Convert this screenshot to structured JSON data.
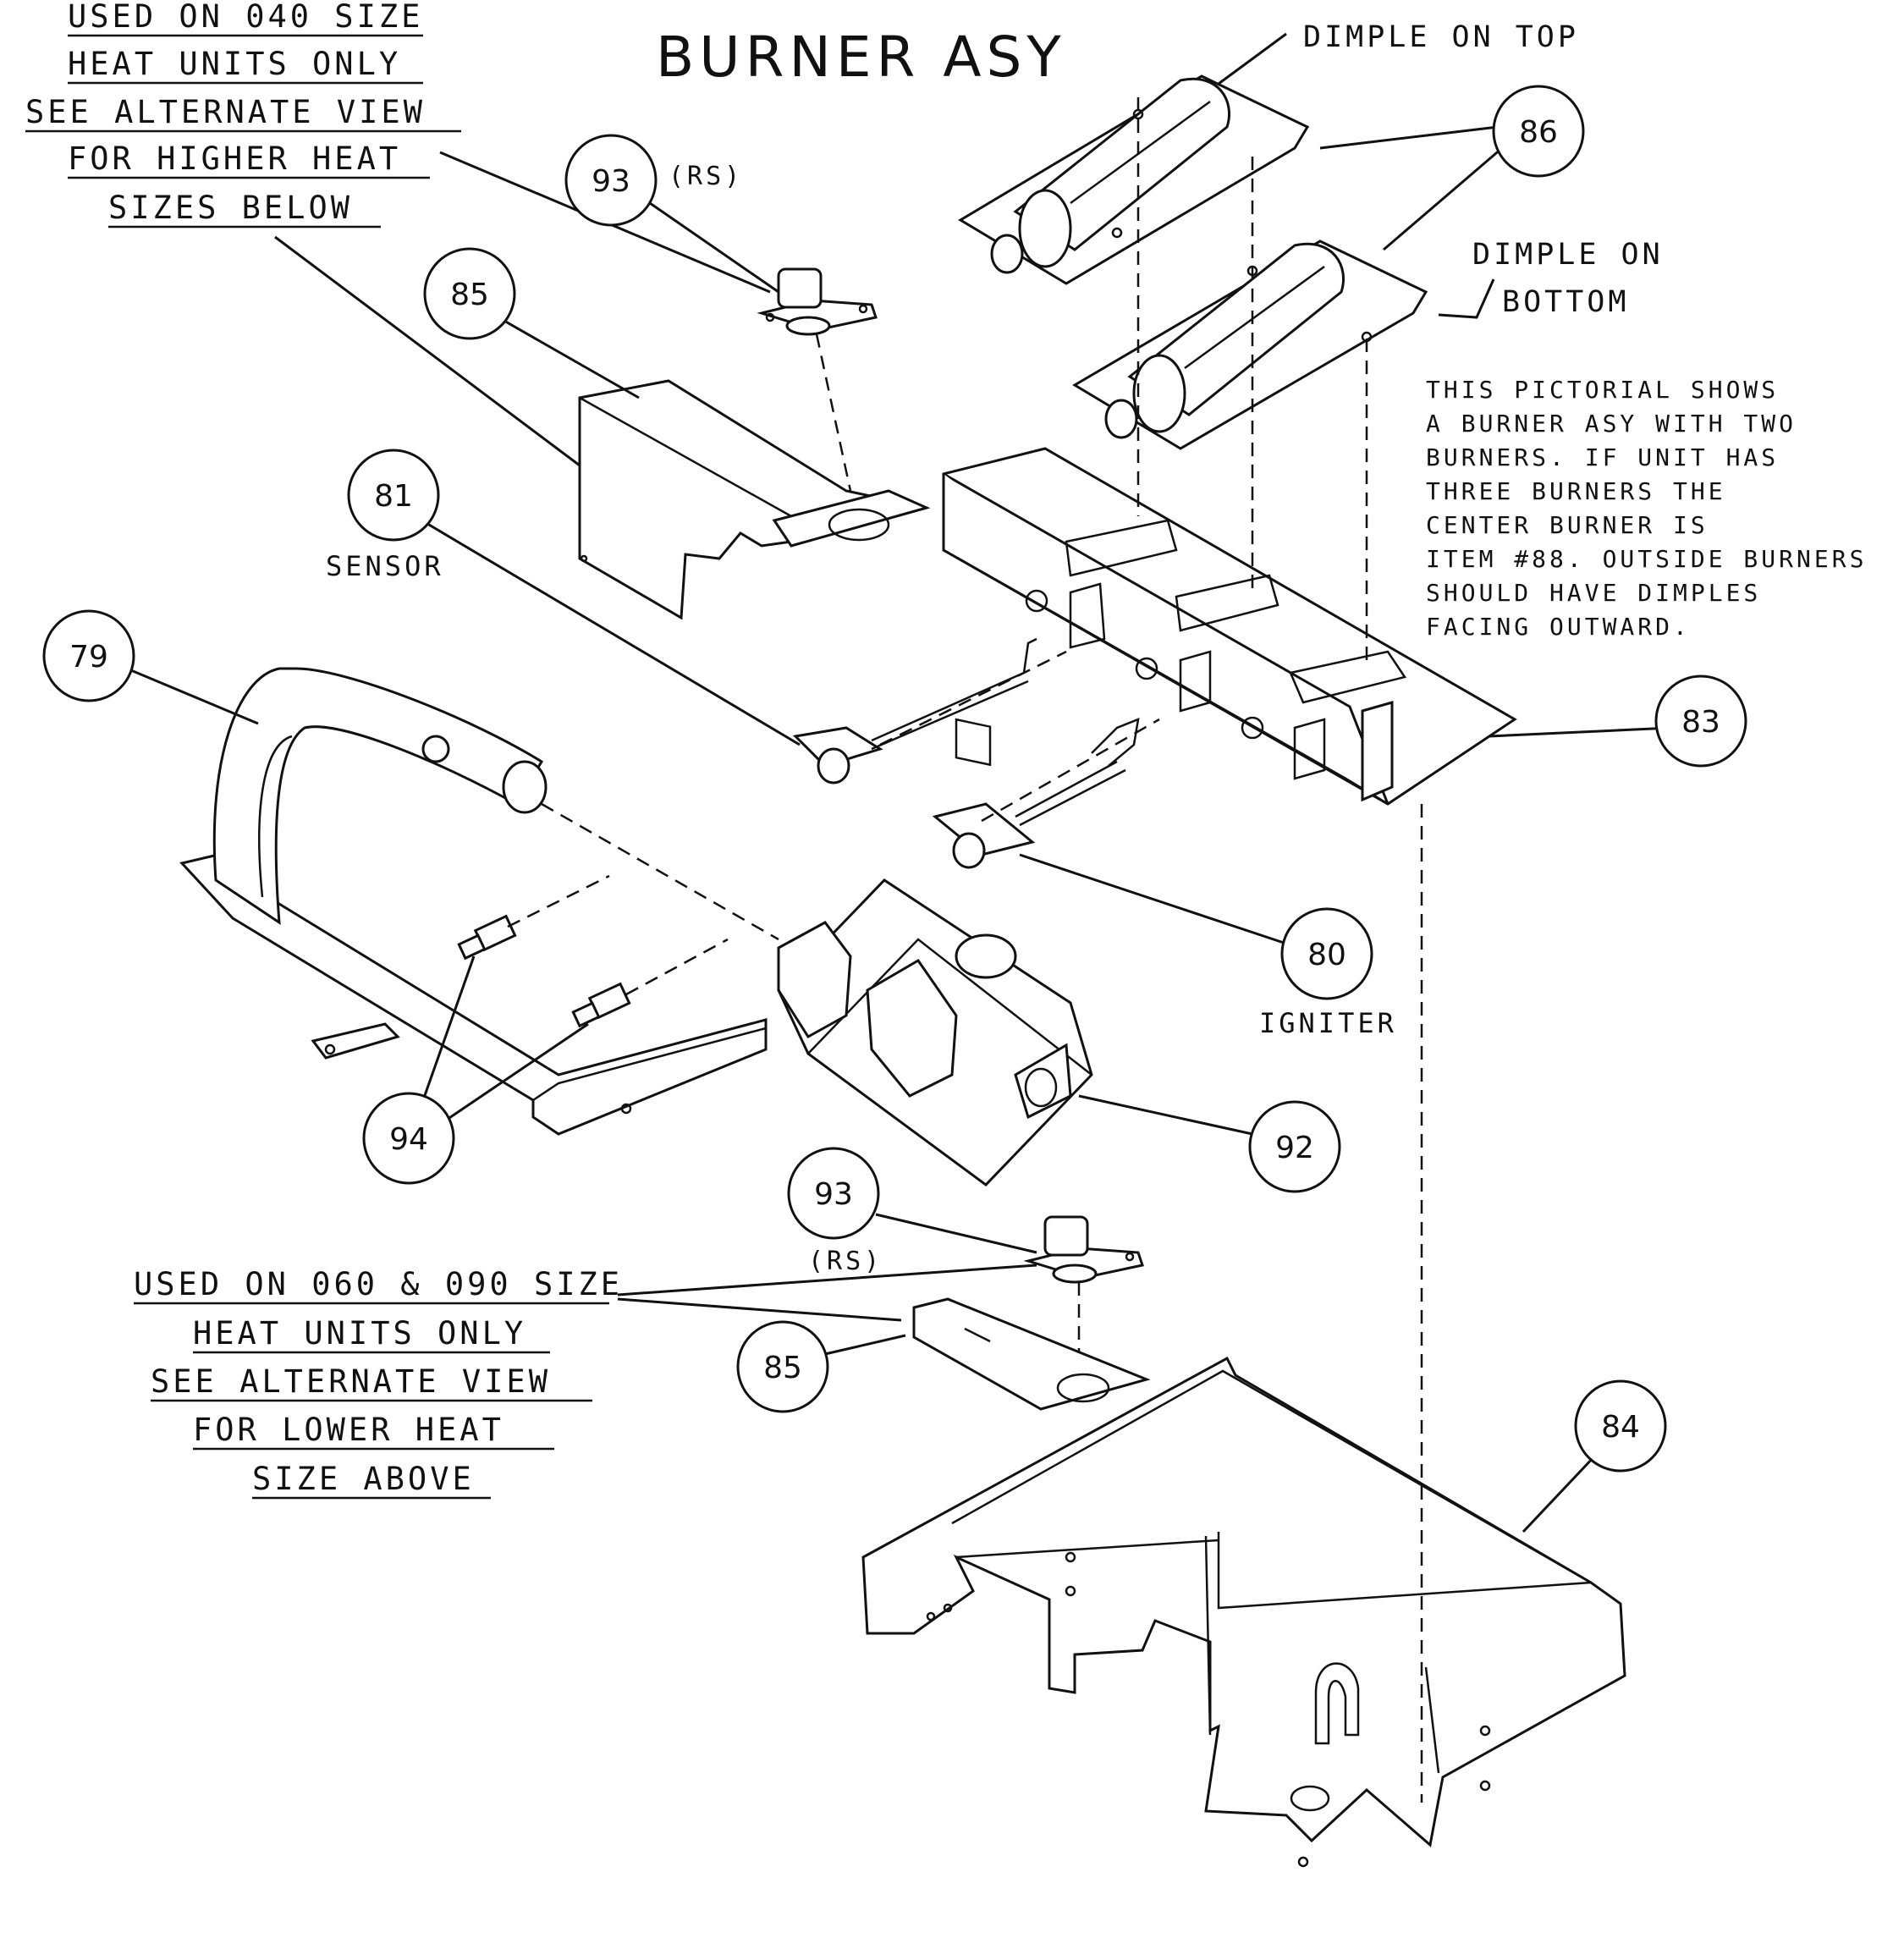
{
  "title": "BURNER ASY",
  "notes": {
    "upper_alt_view": [
      "USED ON 040 SIZE",
      "HEAT UNITS ONLY",
      "SEE ALTERNATE VIEW",
      "FOR HIGHER HEAT",
      "SIZES BELOW"
    ],
    "lower_alt_view": [
      "USED ON 060 & 090 SIZE",
      "HEAT UNITS ONLY",
      "SEE ALTERNATE VIEW",
      "FOR LOWER HEAT",
      "SIZE ABOVE"
    ],
    "dimple_top": "DIMPLE ON TOP",
    "dimple_bottom": [
      "DIMPLE ON",
      "BOTTOM"
    ],
    "pictorial": [
      "THIS PICTORIAL SHOWS",
      "A BURNER ASY WITH TWO",
      "BURNERS. IF UNIT HAS",
      "THREE BURNERS THE",
      "CENTER BURNER IS",
      "ITEM #88. OUTSIDE BURNERS",
      "SHOULD HAVE DIMPLES",
      "FACING OUTWARD."
    ],
    "sensor": "SENSOR",
    "igniter": "IGNITER",
    "rs_upper": "(RS)",
    "rs_lower": "(RS)"
  },
  "callouts": {
    "c93_upper": "93",
    "c85_upper": "85",
    "c81": "81",
    "c79": "79",
    "c86": "86",
    "c83": "83",
    "c80": "80",
    "c92": "92",
    "c94": "94",
    "c93_lower": "93",
    "c85_lower": "85",
    "c84": "84"
  }
}
